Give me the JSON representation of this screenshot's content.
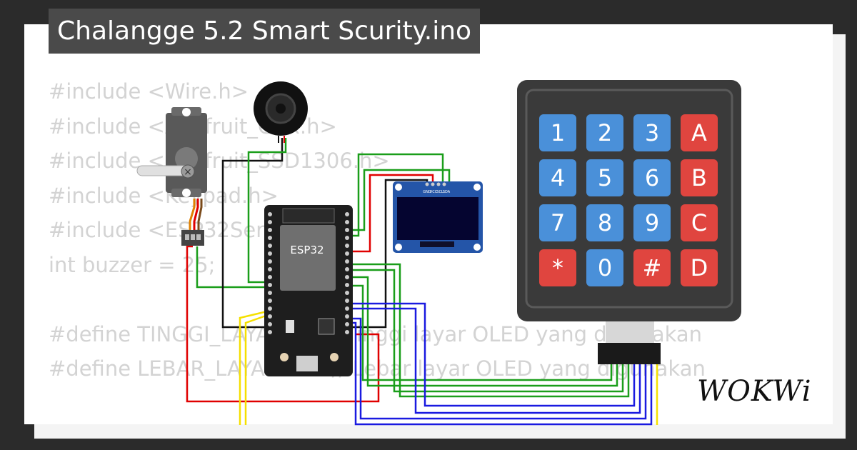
{
  "window": {
    "title": "Chalangge 5.2 Smart Scurity.ino"
  },
  "code_lines": [
    "#include <Wire.h>",
    "#include <Adafruit_GFX.h>",
    "#include <Adafruit_SSD1306.h>",
    "#include <Keypad.h>",
    "#include <ESP32Servo.h>",
    "int buzzer = 25;",
    "",
    "#define TINGGI_LAYAR 64 // Tinggi layar OLED yang digunakan",
    "#define LEBAR_LAYAR 128 // Lebar layar OLED yang digunakan"
  ],
  "esp32": {
    "label": "ESP32"
  },
  "oled": {
    "pins": [
      "GND",
      "VCC",
      "SCL",
      "SDA"
    ]
  },
  "keypad": {
    "keys": [
      "1",
      "2",
      "3",
      "A",
      "4",
      "5",
      "6",
      "B",
      "7",
      "8",
      "9",
      "C",
      "*",
      "0",
      "#",
      "D"
    ],
    "colors": {
      "blue": "#4a90d9",
      "red": "#e0453f"
    }
  },
  "brand": {
    "logo": "WOKWi"
  },
  "wire_colors": {
    "green": "#1a9e1a",
    "red": "#e00000",
    "blue": "#1a1ae0",
    "yellow": "#f5e000",
    "black": "#111111"
  }
}
